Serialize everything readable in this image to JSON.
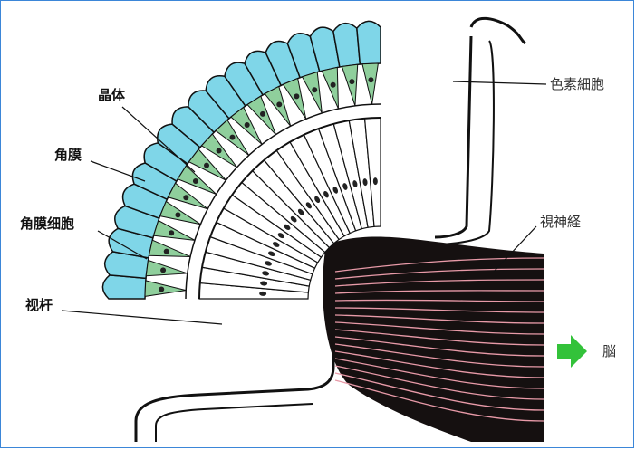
{
  "labels": {
    "lens": "晶体",
    "cornea": "角膜",
    "corneal_cell": "角膜细胞",
    "rhabdom": "视杆",
    "pigment_cell": "色素細胞",
    "optic_nerve": "視神経",
    "brain": "脳"
  },
  "colors": {
    "cornea_fill": "#7fd6e8",
    "green_fill": "#8fcf9c",
    "nerve_pink": "#e89aa8",
    "nerve_dark": "#151010",
    "arrow_green": "#33c23a",
    "frame_blue": "#3b86d8"
  }
}
